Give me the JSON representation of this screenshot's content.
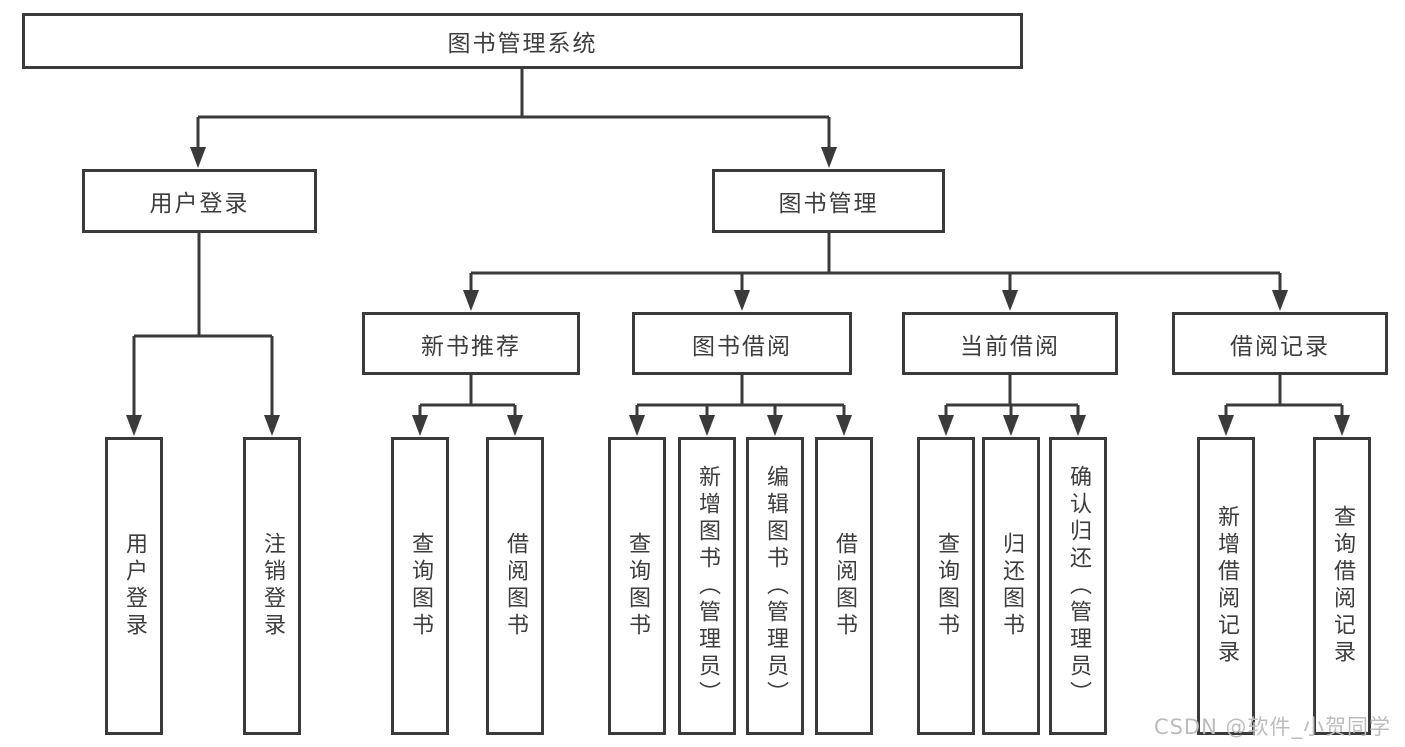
{
  "tree": {
    "label": "图书管理系统",
    "children": [
      {
        "label": "用户登录",
        "children": [
          {
            "label": "用户登录"
          },
          {
            "label": "注销登录"
          }
        ]
      },
      {
        "label": "图书管理",
        "children": [
          {
            "label": "新书推荐",
            "children": [
              {
                "label": "查询图书"
              },
              {
                "label": "借阅图书"
              }
            ]
          },
          {
            "label": "图书借阅",
            "children": [
              {
                "label": "查询图书"
              },
              {
                "label": "新增图书（管理员）"
              },
              {
                "label": "编辑图书（管理员）"
              },
              {
                "label": "借阅图书"
              }
            ]
          },
          {
            "label": "当前借阅",
            "children": [
              {
                "label": "查询图书"
              },
              {
                "label": "归还图书"
              },
              {
                "label": "确认归还（管理员）"
              }
            ]
          },
          {
            "label": "借阅记录",
            "children": [
              {
                "label": "新增借阅记录"
              },
              {
                "label": "查询借阅记录"
              }
            ]
          }
        ]
      }
    ]
  },
  "watermark": "CSDN @软件_小贺同学",
  "colors": {
    "line": "#3a3a3a",
    "text": "#3d3d3d",
    "background": "#ffffff",
    "watermark": "#bcbcbc"
  }
}
